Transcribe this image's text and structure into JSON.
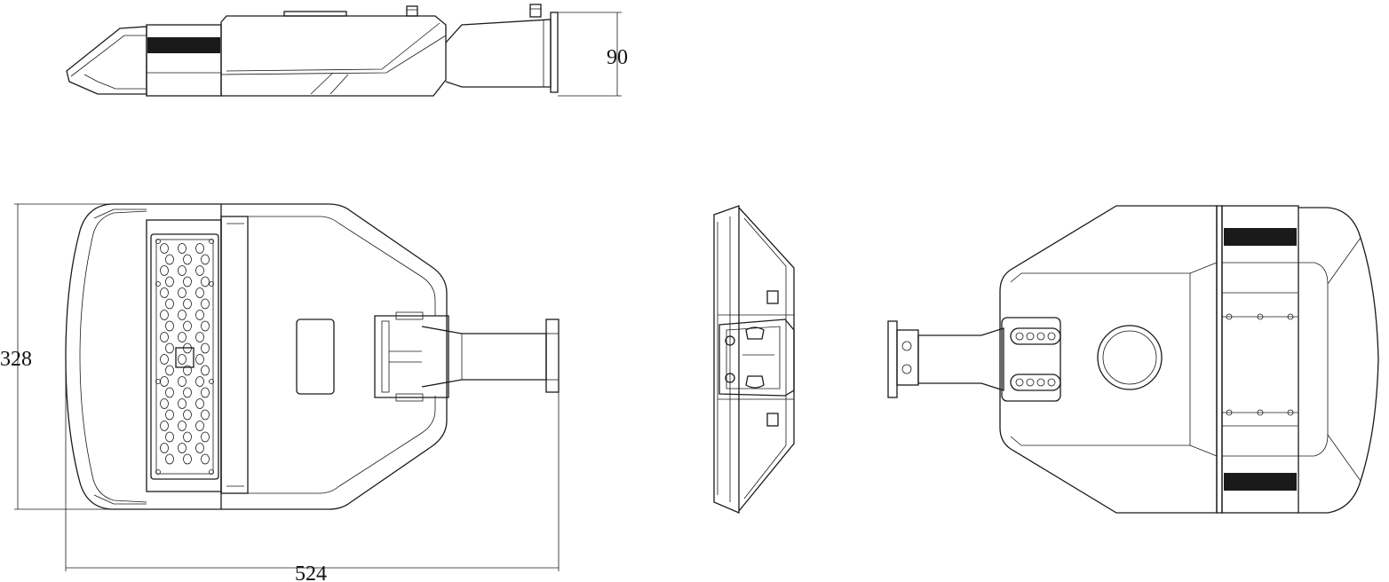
{
  "dimensions": {
    "height_side": "90",
    "width_top": "328",
    "length_top": "524"
  },
  "colors": {
    "line": "#1a1a1a",
    "background": "#ffffff"
  }
}
